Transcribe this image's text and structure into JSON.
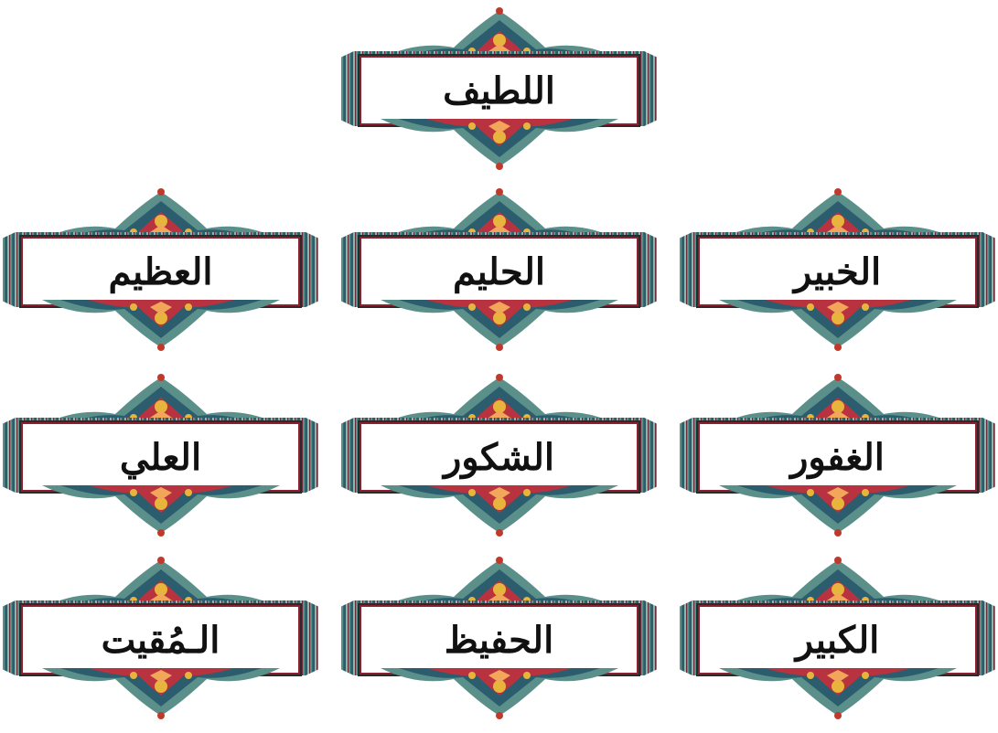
{
  "names": {
    "top": "اللطيف",
    "row1": [
      "العظيم",
      "الحليم",
      "الخبير"
    ],
    "row2": [
      "العلي",
      "الشكور",
      "الغفور"
    ],
    "row3": [
      "الـمُقيت",
      "الحفيظ",
      "الكبير"
    ]
  },
  "colors": {
    "teal": "#5a8f8a",
    "crimson": "#b8323f",
    "navy": "#2c5d6e",
    "gold": "#e7b53b",
    "frame_border": "#2a2a2a"
  },
  "icons": {
    "ornament": "arabesque-ornament-icon"
  }
}
